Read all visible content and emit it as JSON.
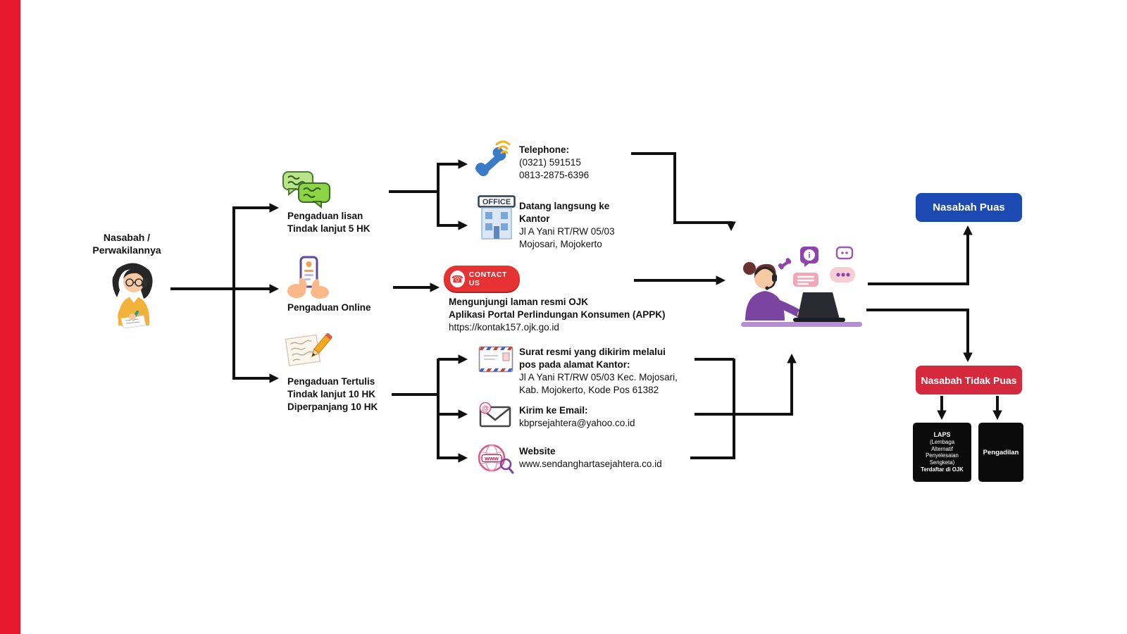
{
  "palette": {
    "accent_bar": "#e8192c",
    "arrow": "#111111",
    "puas_blue": "#1c4ab2",
    "tidak_puas_red": "#d5293d",
    "node_black": "#0b0b0b",
    "contact_button_red": "#e63232"
  },
  "source": {
    "label": "Nasabah /\nPerwakilannya"
  },
  "channels": {
    "lisan": {
      "title": "Pengaduan lisan\nTindak lanjut 5 HK"
    },
    "online": {
      "title": "Pengaduan Online"
    },
    "tertulis": {
      "title": "Pengaduan Tertulis\nTindak lanjut 10 HK\nDiperpanjang 10 HK"
    }
  },
  "contacts": {
    "telephone": {
      "heading": "Telephone:",
      "body": "(0321) 591515\n0813-2875-6396"
    },
    "office": {
      "heading": "Datang langsung ke\nKantor",
      "body": "Jl A Yani RT/RW 05/03\nMojosari, Mojokerto"
    },
    "online_portal": {
      "button": "CONTACT US",
      "heading": "Mengunjungi laman resmi OJK\nAplikasi Portal Perlindungan Konsumen (APPK)",
      "body": "https://kontak157.ojk.go.id"
    },
    "mail": {
      "heading": "Surat resmi yang dikirim melalui\npos pada alamat Kantor:",
      "body": "Jl A Yani RT/RW 05/03 Kec. Mojosari,\nKab. Mojokerto, Kode Pos 61382"
    },
    "email": {
      "heading": "Kirim ke Email:",
      "body": "kbprsejahtera@yahoo.co.id"
    },
    "website": {
      "heading": "Website",
      "body": "www.sendanghartasejahtera.co.id"
    }
  },
  "outcomes": {
    "puas": {
      "label": "Nasabah Puas"
    },
    "tidak_puas": {
      "label": "Nasabah Tidak Puas"
    },
    "laps": {
      "title": "LAPS",
      "body": "(Lembaga\nAlternatif\nPenyelesaian\nSengketa)",
      "footer": "Terdaftar di OJK"
    },
    "pengadilan": {
      "label": "Pengadilan"
    }
  },
  "icons": {
    "office_sign_text": "OFFICE",
    "globe_label": "www",
    "email_at": "@",
    "info_glyph": "i",
    "phone_glyph": "☎"
  }
}
